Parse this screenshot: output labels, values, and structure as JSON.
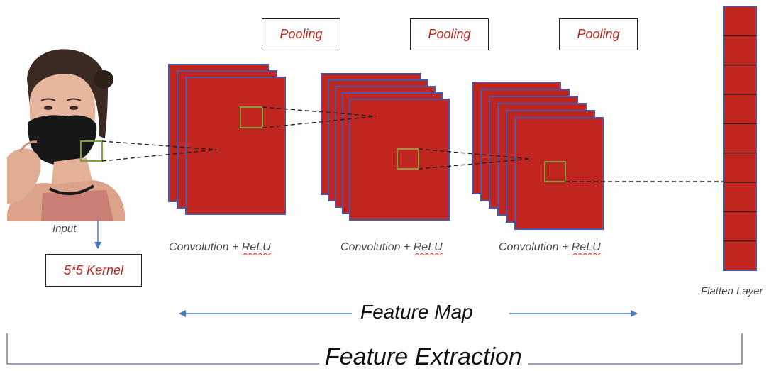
{
  "colors": {
    "map_fill": "#c0261f",
    "map_border": "#4a56a6",
    "kernel_box": "#7fa33a",
    "arrow": "#4a78c2",
    "pool_text": "#c0261f",
    "text_gray": "#4a4a4a"
  },
  "input": {
    "label": "Input",
    "image_icon": "face-mask-person-icon"
  },
  "kernel": {
    "label": "5*5 Kernel"
  },
  "pooling": [
    "Pooling",
    "Pooling",
    "Pooling"
  ],
  "conv_layers": [
    {
      "label_prefix": "Convolution + ",
      "label_suffix": "ReLU",
      "map_count": 3
    },
    {
      "label_prefix": "Convolution + ",
      "label_suffix": "ReLU",
      "map_count": 5
    },
    {
      "label_prefix": "Convolution + ",
      "label_suffix": "ReLU",
      "map_count": 6
    }
  ],
  "flatten": {
    "label": "Flatten Layer",
    "cell_count": 9
  },
  "feature_map": {
    "label": "Feature Map"
  },
  "feature_extraction": {
    "label": "Feature Extraction"
  }
}
